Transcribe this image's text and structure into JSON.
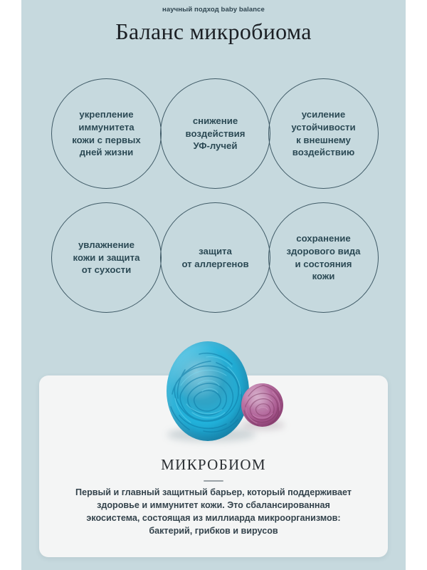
{
  "header": {
    "eyebrow": "научный подход baby balance",
    "title": "Баланс микробиома"
  },
  "benefits": [
    {
      "text": "укрепление\nиммунитета\nкожи с первых\nдней жизни"
    },
    {
      "text": "снижение\nвоздействия\nУФ-лучей"
    },
    {
      "text": "усиление\nустойчивости\nк внешнему\nвоздействию"
    },
    {
      "text": "увлажнение\nкожи и защита\nот сухости"
    },
    {
      "text": "защита\nот аллергенов"
    },
    {
      "text": "сохранение\nздорового вида\nи состояния\nкожи"
    }
  ],
  "illustration": {
    "large_cell_name": "microbe-cell-blue",
    "small_cell_name": "microbe-cell-pink",
    "large_cell_color": "#22b4dd",
    "small_cell_color": "#b4609a"
  },
  "card": {
    "title": "МИКРОБИОМ",
    "body": "Первый и главный защитный барьер, который поддерживает\nздоровье и иммунитет кожи. Это сбалансированная\nэкосистема, состоящая из миллиарда микроорганизмов:\nбактерий, грибков и вирусов"
  },
  "theme": {
    "panel_background": "#c6d9de",
    "card_background": "#f4f5f5",
    "circle_stroke": "#3f5a66",
    "circle_text": "#2c4a55",
    "title_text": "#1b1f24",
    "body_text": "#34434c"
  }
}
